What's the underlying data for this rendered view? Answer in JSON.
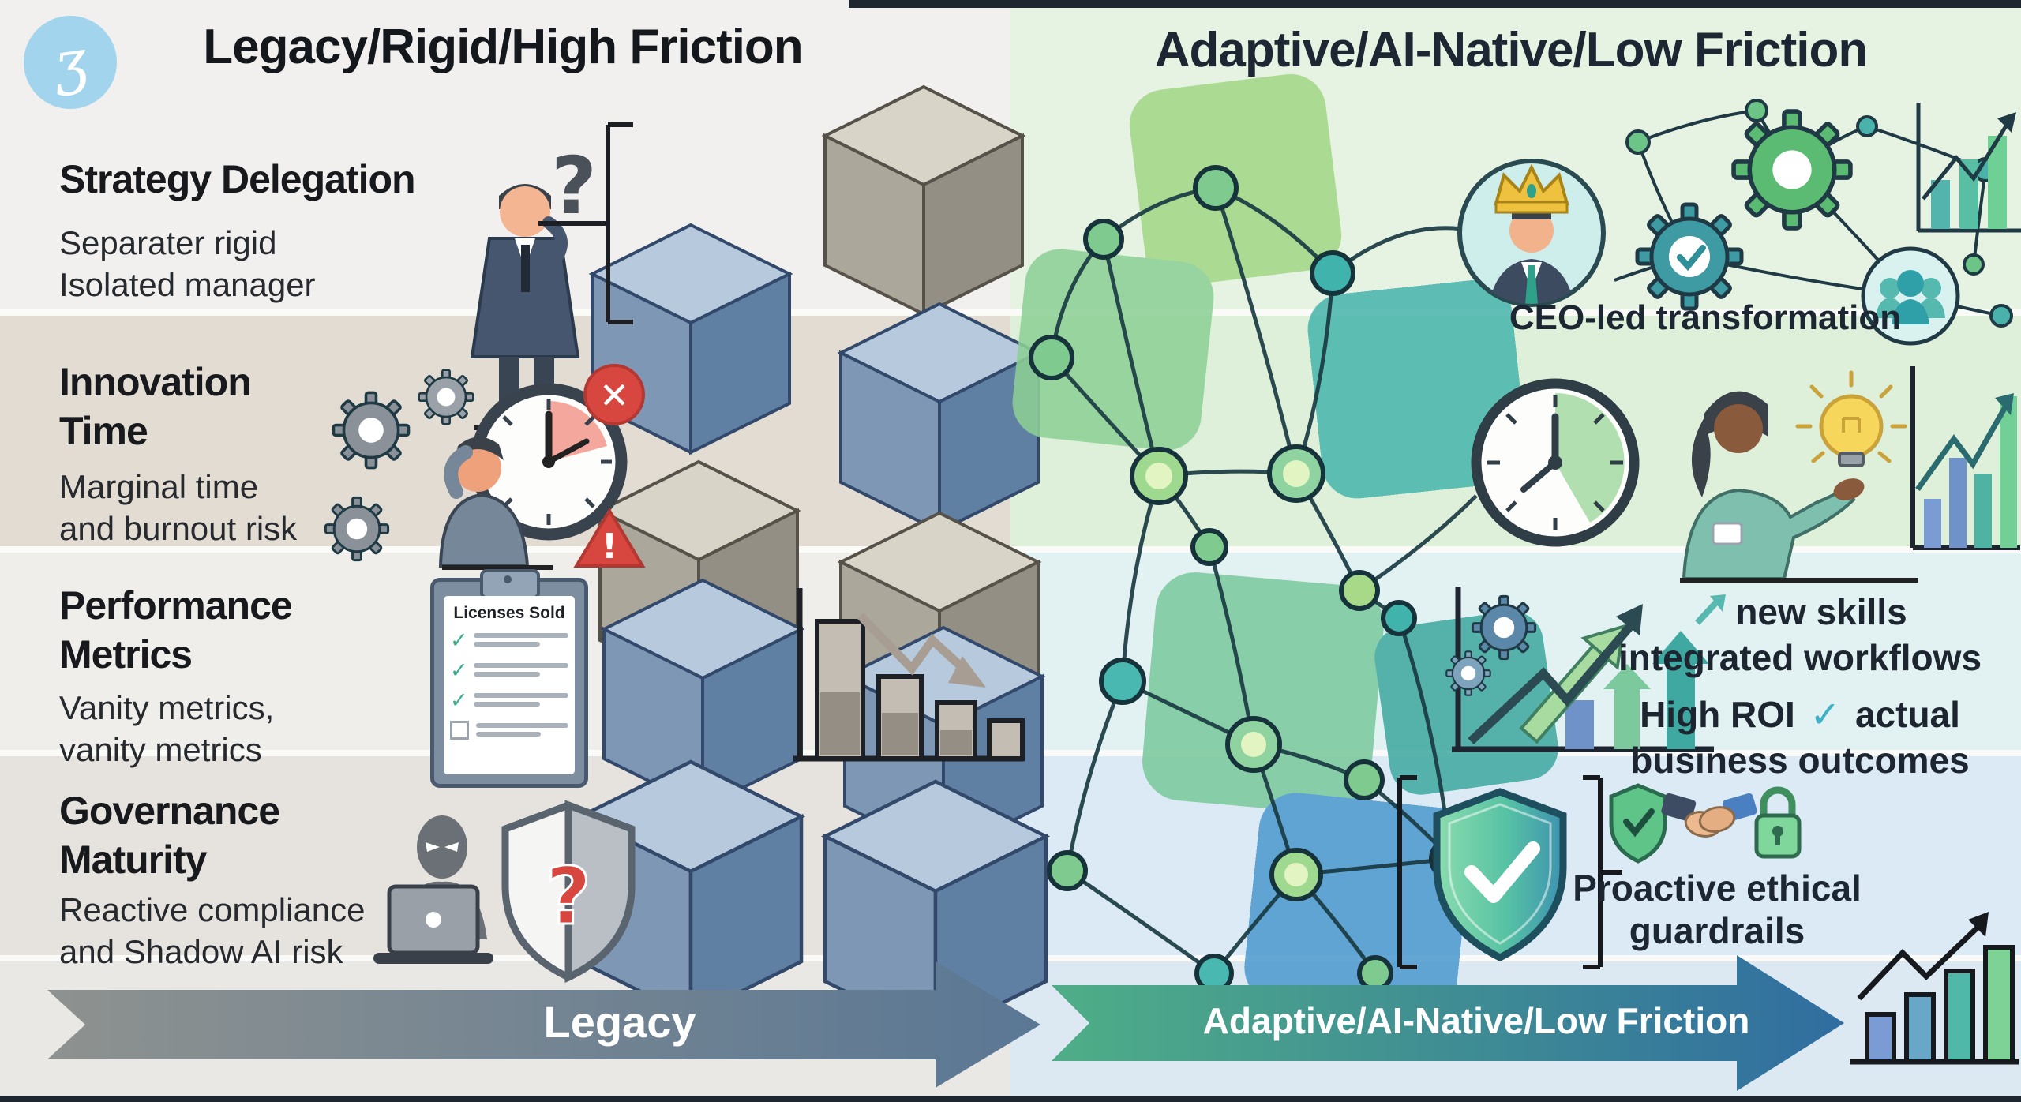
{
  "headers": {
    "left": "Legacy/Rigid/High Friction",
    "right": "Adaptive/AI-Native/Low Friction"
  },
  "logo": {
    "glyph": "ʒ"
  },
  "left_rows": [
    {
      "t1": "Strategy Delegation",
      "t2": "",
      "s1": "Separater rigid",
      "s2": "Isolated manager"
    },
    {
      "t1": "Innovation",
      "t2": "Time",
      "s1": "Marginal time",
      "s2": "and burnout risk"
    },
    {
      "t1": "Performance",
      "t2": "Metrics",
      "s1": "Vanity metrics,",
      "s2": "vanity metrics"
    },
    {
      "t1": "Governance",
      "t2": "Maturity",
      "s1": "Reactive compliance",
      "s2": "and Shadow AI risk"
    }
  ],
  "clipboard": {
    "title": "Licenses Sold"
  },
  "right": {
    "ceo_caption": "CEO-led transformation",
    "skills_line1": "new skills",
    "skills_line2": "integrated workflows",
    "roi_pre": "High ROI",
    "roi_check": "✓",
    "roi_post": "actual",
    "roi_line2": "business outcomes",
    "guardrails_line1": "Proactive ethical",
    "guardrails_line2": "guardrails"
  },
  "arrows": {
    "left_label": "Legacy",
    "right_label": "Adaptive/AI-Native/Low Friction"
  },
  "icons": {
    "question_mark": "?",
    "cross": "✕",
    "exclamation": "!",
    "check": "✓"
  },
  "colors": {
    "accent_green": "#5cbb72",
    "accent_teal": "#3f9ba4",
    "accent_blue": "#4f9bd0",
    "alert_red": "#d7473f",
    "legacy_gray": "#8e9290",
    "adaptive_green": "#4fae87",
    "adaptive_blue": "#306da0"
  }
}
